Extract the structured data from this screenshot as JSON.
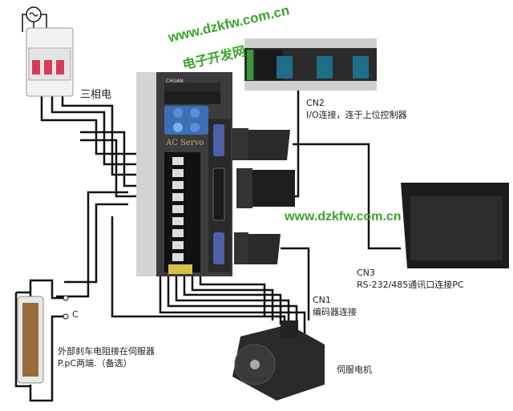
{
  "labels": {
    "three_phase": "三相电",
    "cn2_title": "CN2",
    "cn2_desc": "I/O连接，连于上位控制器",
    "cn3_title": "CN3",
    "cn3_desc": "RS-232/485通讯口连接PC",
    "cn1_title": "CN1",
    "cn1_desc": "编码器连接",
    "resistor_line1": "外部刹车电阻接在伺服器",
    "resistor_line2": "P.pC两端.（备选）",
    "terminal_c": "C",
    "motor": "伺服电机",
    "drive_name": "AC Servo",
    "drive_brand": "CHUAN"
  },
  "watermarks": {
    "url_top": "www.dzkfw.com.cn",
    "site_name": "电子开发网",
    "url_mid": "www.dzkfw.com.cn"
  },
  "colors": {
    "watermark": "#3aa52a",
    "wire": "#111111",
    "keypad": "#3d6fb5",
    "drive_body": "#3c3c3e"
  }
}
